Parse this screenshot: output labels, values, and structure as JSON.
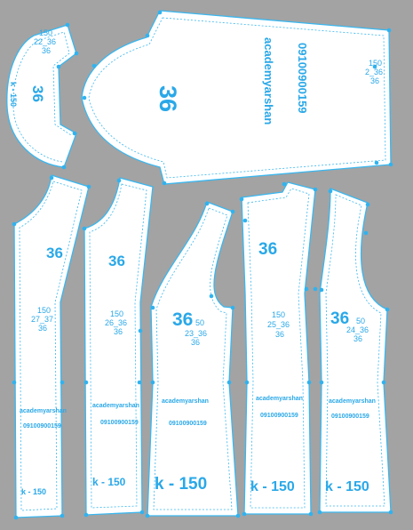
{
  "accent_color": "#2aa8e8",
  "pieces": {
    "collar": {
      "size": "36",
      "code": "k - 150",
      "measure": [
        "150",
        "22_36",
        "36"
      ]
    },
    "sleeve": {
      "size": "36",
      "brand": "academyarshan",
      "phone": "09100900159",
      "measure": [
        "150",
        "2_36",
        "36"
      ]
    },
    "front_1": {
      "size": "36",
      "code": "k - 150",
      "brand": "academyarshan",
      "phone": "09100900159",
      "measure": [
        "150",
        "27_37",
        "36"
      ]
    },
    "front_2": {
      "size": "36",
      "code": "k - 150",
      "brand": "academyarshan",
      "phone": "09100900159",
      "measure": [
        "150",
        "26_36",
        "36"
      ]
    },
    "back_1": {
      "size": "36",
      "code": "k - 150",
      "brand": "academyarshan",
      "phone": "09100900159",
      "measure": [
        "50",
        "23_36",
        "36"
      ]
    },
    "back_2": {
      "size": "36",
      "code": "k - 150",
      "brand": "academyarshan",
      "phone": "09100900159",
      "measure": [
        "150",
        "25_36",
        "36"
      ]
    },
    "side": {
      "size": "36",
      "code": "k - 150",
      "brand": "academyarshan",
      "phone": "09100900159",
      "measure": [
        "50",
        "24_36",
        "36"
      ]
    }
  }
}
